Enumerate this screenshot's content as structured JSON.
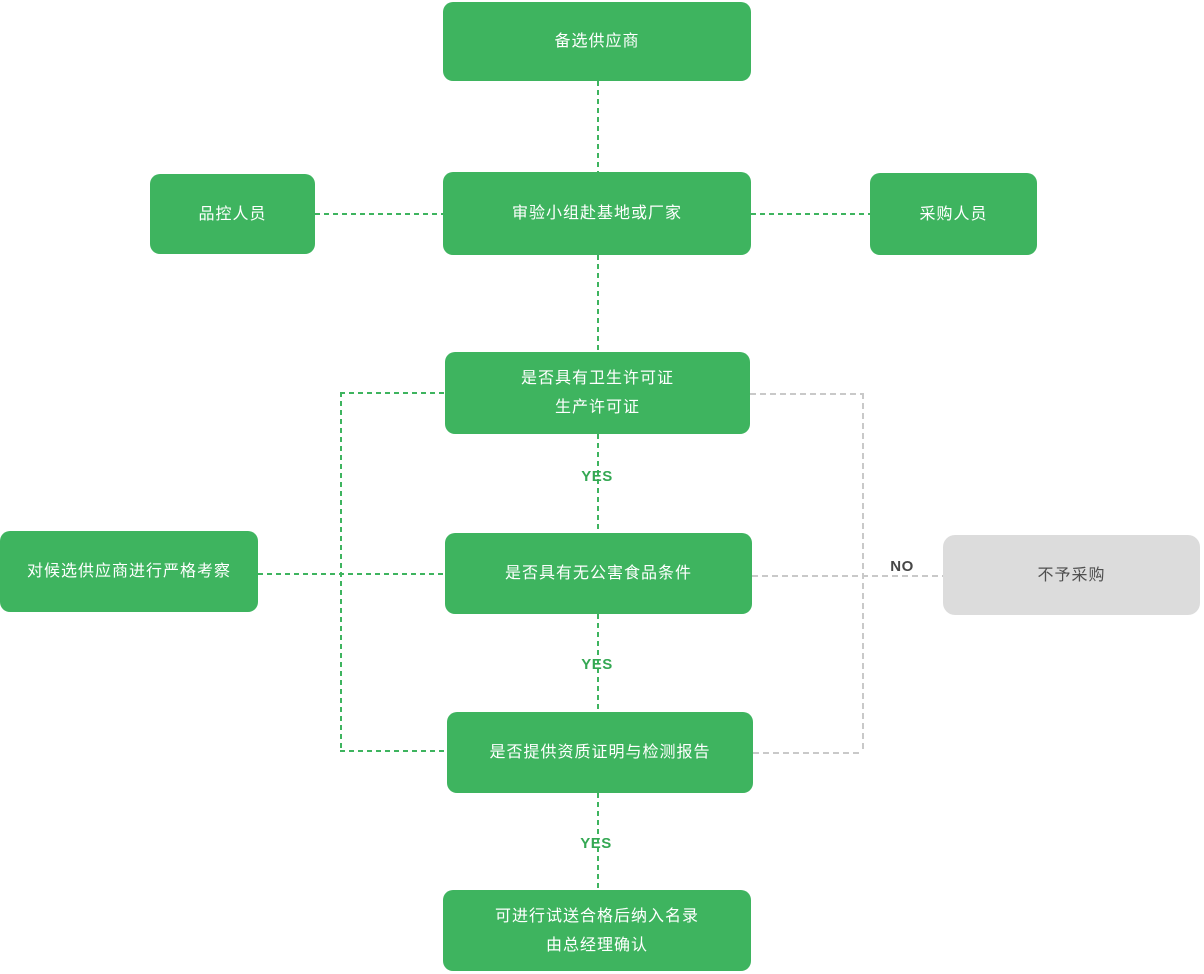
{
  "colors": {
    "node_green": "#3eb45f",
    "node_gray_bg": "#dcdcdc",
    "node_gray_text": "#4f4f4f",
    "line_green": "#3eb45f",
    "line_gray": "#c9c9c9",
    "yes_green": "#34a853",
    "no_gray": "#474747"
  },
  "flowchart": {
    "nodes": {
      "candidate_supplier": {
        "label": "备选供应商"
      },
      "quality_control": {
        "label": "品控人员"
      },
      "inspection_team": {
        "label": "审验小组赴基地或厂家"
      },
      "procurement_staff": {
        "label": "采购人员"
      },
      "decision_license": {
        "line1": "是否具有卫生许可证",
        "line2": "生产许可证"
      },
      "strict_inspection": {
        "label": "对候选供应商进行严格考察"
      },
      "decision_pollution_free": {
        "label": "是否具有无公害食品条件"
      },
      "no_purchase": {
        "label": "不予采购"
      },
      "decision_certificates": {
        "label": "是否提供资质证明与检测报告"
      },
      "final_approval": {
        "line1": "可进行试送合格后纳入名录",
        "line2": "由总经理确认"
      }
    },
    "edge_labels": {
      "yes_1": "YES",
      "yes_2": "YES",
      "yes_3": "YES",
      "no": "NO"
    }
  }
}
